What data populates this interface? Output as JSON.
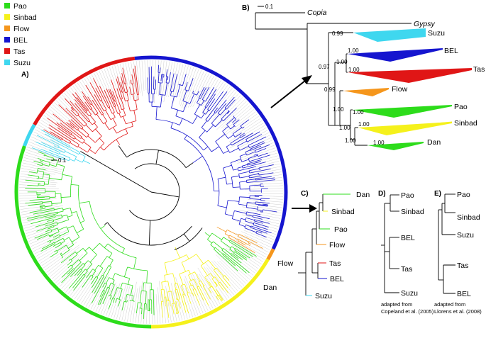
{
  "legend": [
    {
      "label": "Pao",
      "color": "#2ddc1b"
    },
    {
      "label": "Sinbad",
      "color": "#f5f11c"
    },
    {
      "label": "Flow",
      "color": "#f5961c"
    },
    {
      "label": "BEL",
      "color": "#1515cf"
    },
    {
      "label": "Tas",
      "color": "#e01616"
    },
    {
      "label": "Suzu",
      "color": "#3fd7ef"
    }
  ],
  "panel_a": {
    "label": "A)",
    "scale": "0.1",
    "ring_labels": {
      "flow": "Flow",
      "dan": "Dan"
    }
  },
  "panel_b": {
    "label": "B)",
    "scale": "0.1",
    "outgroups": {
      "copia": "Copia",
      "gypsy": "Gypsy"
    },
    "clades": {
      "suzu": "Suzu",
      "bel": "BEL",
      "tas": "Tas",
      "flow": "Flow",
      "pao": "Pao",
      "sinbad": "Sinbad",
      "dan": "Dan"
    },
    "support": {
      "suzu": "0.99",
      "bel": "1.00",
      "tas": "1.00",
      "root_ingroup": "0.97",
      "flow": "1.00",
      "flow_node": "0.99",
      "pao_node": "1.00",
      "pao": "1.00",
      "sinbad_node": "1.00",
      "sinbad": "1.00",
      "dan_node": "1.00",
      "dan": "1.00"
    }
  },
  "panel_c": {
    "label": "C)",
    "tips": [
      "Dan",
      "Sinbad",
      "Pao",
      "Flow",
      "Tas",
      "BEL",
      "Suzu"
    ]
  },
  "panel_d": {
    "label": "D)",
    "tips": [
      "Pao",
      "Sinbad",
      "BEL",
      "Tas",
      "Suzu"
    ],
    "caption": [
      "adapted from",
      "Copeland et al. (2005)"
    ]
  },
  "panel_e": {
    "label": "E)",
    "tips": [
      "Pao",
      "Sinbad",
      "Suzu",
      "Tas",
      "BEL"
    ],
    "caption": [
      "adapted from",
      "Llorens et al. (2008)"
    ]
  }
}
